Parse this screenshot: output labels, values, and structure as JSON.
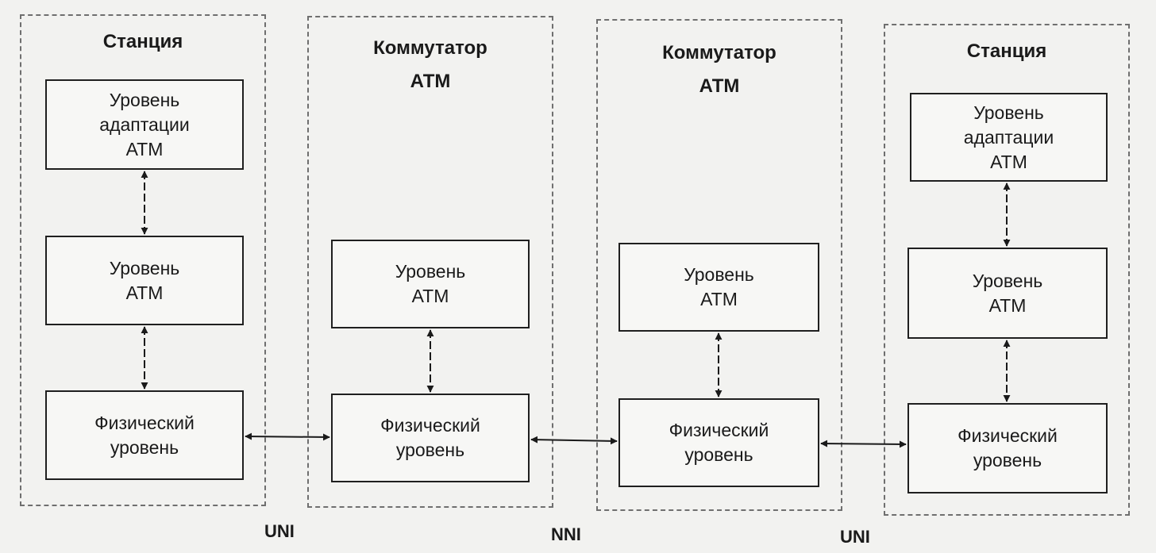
{
  "nodes": [
    {
      "title": "Станция",
      "layers": [
        "Уровень\nадаптации\nАТМ",
        "Уровень\nАТМ",
        "Физический\nуровень"
      ]
    },
    {
      "title": "Коммутатор\nАТМ",
      "layers": [
        "Уровень\nАТМ",
        "Физический\nуровень"
      ]
    },
    {
      "title": "Коммутатор\nАТМ",
      "layers": [
        "Уровень\nАТМ",
        "Физический\nуровень"
      ]
    },
    {
      "title": "Станция",
      "layers": [
        "Уровень\nадаптации\nАТМ",
        "Уровень\nАТМ",
        "Физический\nуровень"
      ]
    }
  ],
  "interfaces": [
    "UNI",
    "NNI",
    "UNI"
  ]
}
